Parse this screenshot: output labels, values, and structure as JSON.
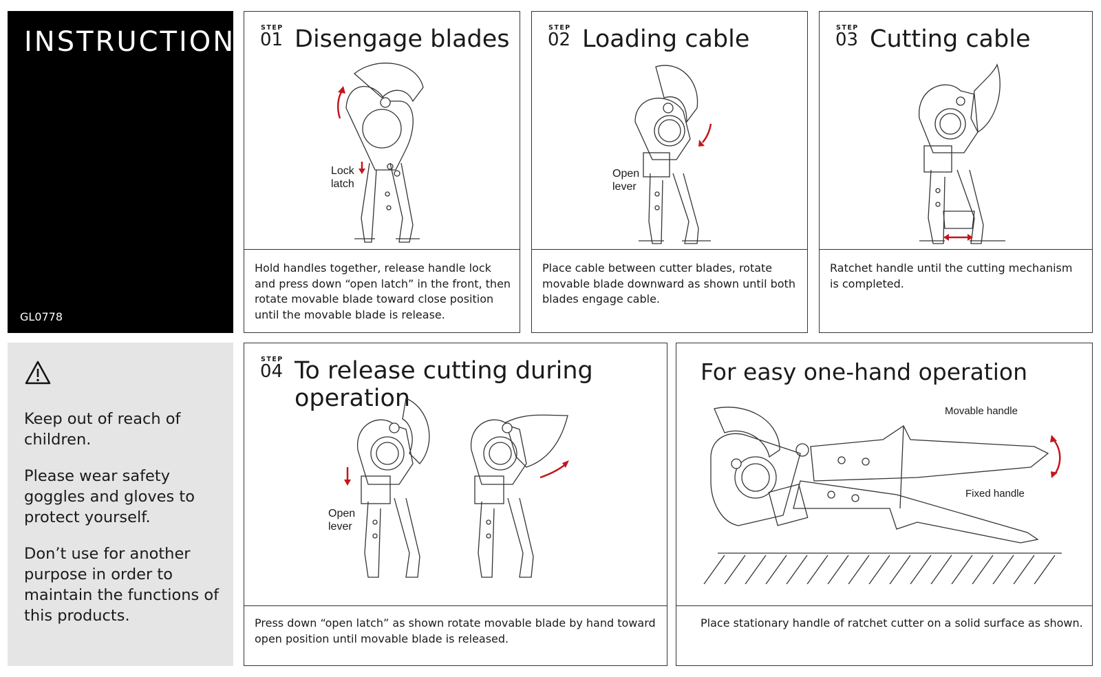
{
  "header": {
    "title": "INSTRUCTION",
    "code": "GL0778"
  },
  "warning": {
    "icon": "warning-triangle-icon",
    "lines": [
      "Keep out of reach of children.",
      "Please wear safety goggles and gloves to protect yourself.",
      "Don’t use for another purpose in order to maintain the functions of this products."
    ]
  },
  "steps": [
    {
      "tag": "STEP",
      "num": "01",
      "title": "Disengage blades",
      "label": "Lock latch",
      "desc": "Hold handles together, release handle lock and press down “open latch” in the front, then rotate movable blade toward close position until the movable blade is release."
    },
    {
      "tag": "STEP",
      "num": "02",
      "title": "Loading cable",
      "label": "Open lever",
      "desc": "Place cable between cutter blades, rotate movable blade downward as shown until both blades engage cable."
    },
    {
      "tag": "STEP",
      "num": "03",
      "title": "Cutting cable",
      "desc": "Ratchet handle until the cutting mechanism is completed."
    },
    {
      "tag": "STEP",
      "num": "04",
      "title": "To release cutting during operation",
      "label": "Open lever",
      "desc": "Press down “open latch” as shown rotate movable blade by hand toward open position until movable blade is released."
    }
  ],
  "one_hand": {
    "title": "For easy one-hand operation",
    "movable_label": "Movable handle",
    "fixed_label": "Fixed handle",
    "desc": "Place stationary handle of ratchet cutter on a solid surface as shown."
  },
  "colors": {
    "accent": "#c4161c",
    "panel_black": "#000000",
    "panel_grey": "#e6e5e5"
  }
}
